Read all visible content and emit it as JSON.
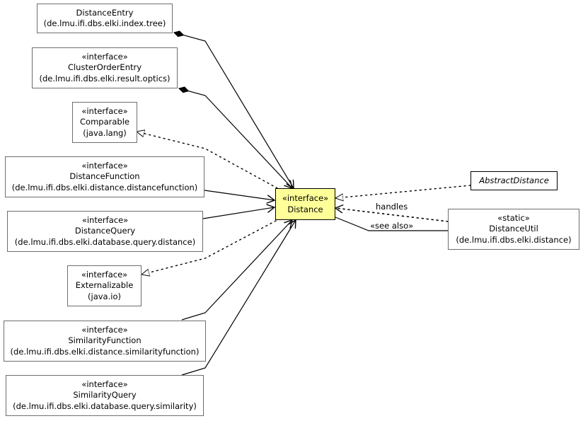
{
  "nodes": [
    {
      "id": "distance-entry",
      "name": "DistanceEntry",
      "pkg": "(de.lmu.ifi.dbs.elki.index.tree)"
    },
    {
      "id": "cluster-order-entry",
      "stereo": "«interface»",
      "name": "ClusterOrderEntry",
      "pkg": "(de.lmu.ifi.dbs.elki.result.optics)"
    },
    {
      "id": "comparable",
      "stereo": "«interface»",
      "name": "Comparable",
      "pkg": "(java.lang)"
    },
    {
      "id": "distance-function",
      "stereo": "«interface»",
      "name": "DistanceFunction",
      "pkg": "(de.lmu.ifi.dbs.elki.distance.distancefunction)"
    },
    {
      "id": "distance-query",
      "stereo": "«interface»",
      "name": "DistanceQuery",
      "pkg": "(de.lmu.ifi.dbs.elki.database.query.distance)"
    },
    {
      "id": "externalizable",
      "stereo": "«interface»",
      "name": "Externalizable",
      "pkg": "(java.io)"
    },
    {
      "id": "similarity-function",
      "stereo": "«interface»",
      "name": "SimilarityFunction",
      "pkg": "(de.lmu.ifi.dbs.elki.distance.similarityfunction)"
    },
    {
      "id": "similarity-query",
      "stereo": "«interface»",
      "name": "SimilarityQuery",
      "pkg": "(de.lmu.ifi.dbs.elki.database.query.similarity)"
    },
    {
      "id": "distance",
      "stereo": "«interface»",
      "name": "Distance"
    },
    {
      "id": "abstract-distance",
      "name": "AbstractDistance"
    },
    {
      "id": "distance-util",
      "stereo": "«static»",
      "name": "DistanceUtil",
      "pkg": "(de.lmu.ifi.dbs.elki.distance)"
    }
  ],
  "labels": {
    "handles": "handles",
    "see_also": "«see also»"
  }
}
